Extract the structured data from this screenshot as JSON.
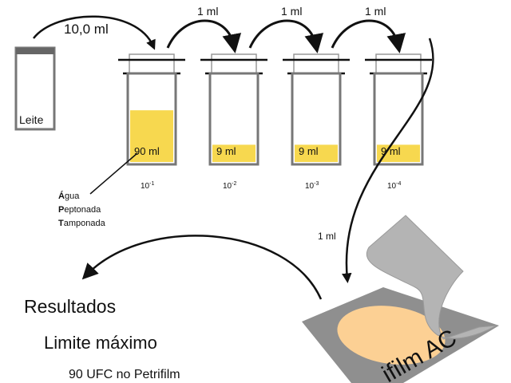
{
  "sample": {
    "label": "Leite",
    "transfer": "10,0 ml"
  },
  "tubes": [
    {
      "volume": "90 ml",
      "dilution_base": "10",
      "dilution_exp": "-1",
      "fill": 0.6
    },
    {
      "volume": "9 ml",
      "dilution_base": "10",
      "dilution_exp": "-2",
      "fill": 0.2
    },
    {
      "volume": "9 ml",
      "dilution_base": "10",
      "dilution_exp": "-3",
      "fill": 0.2
    },
    {
      "volume": "9 ml",
      "dilution_base": "10",
      "dilution_exp": "-4",
      "fill": 0.2
    }
  ],
  "transfers": [
    "1 ml",
    "1 ml",
    "1 ml"
  ],
  "diluent": {
    "line1": {
      "first": "Á",
      "rest": "gua"
    },
    "line2": {
      "first": "P",
      "rest": "eptonada"
    },
    "line3": {
      "first": "T",
      "rest": "amponada"
    }
  },
  "plate": {
    "transfer": "1 ml",
    "label": "ifilm AC"
  },
  "results": {
    "title": "Resultados",
    "subtitle": "Limite máximo",
    "value": "90 UFC no Petrifilm"
  },
  "colors": {
    "liquid": "#f7d84f",
    "plate": "#8f8f8f",
    "film": "#b4b4b4",
    "medium": "#fcd094"
  }
}
